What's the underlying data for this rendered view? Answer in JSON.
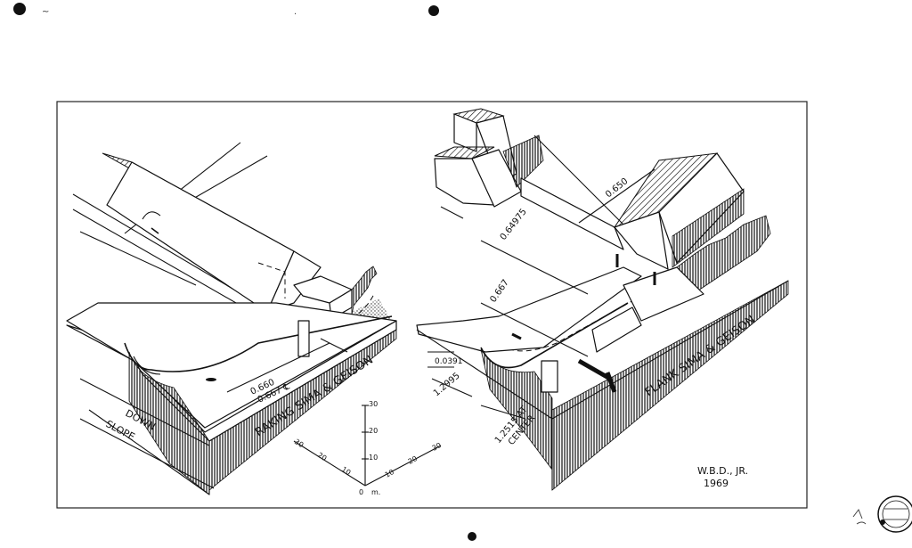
{
  "drawing": {
    "left_title": "RAKING SIMA & GEISON",
    "right_title": "FLANK SIMA & GEISON",
    "down_slope": [
      "DOWN",
      "SLOPE"
    ],
    "dimensions": {
      "left_660": "0.660",
      "left_667": "0.667 ℄",
      "right_650": "0.650",
      "right_64975": "0.64975",
      "right_667": "0.667",
      "right_0391": "0.0391",
      "right_12995": "1.2995",
      "right_12515": [
        "1.2515 AT",
        "CENTER"
      ]
    },
    "scale": {
      "vertical_ticks": [
        "30",
        "20",
        "10"
      ],
      "left_ticks": [
        "30",
        "20",
        "10"
      ],
      "right_ticks": [
        "30",
        "20",
        "10"
      ],
      "origin": "0",
      "unit": "m."
    },
    "signature": [
      "W.B.D., JR.",
      "1969"
    ]
  },
  "colors": {
    "ink": "#111111",
    "paper": "#ffffff"
  }
}
